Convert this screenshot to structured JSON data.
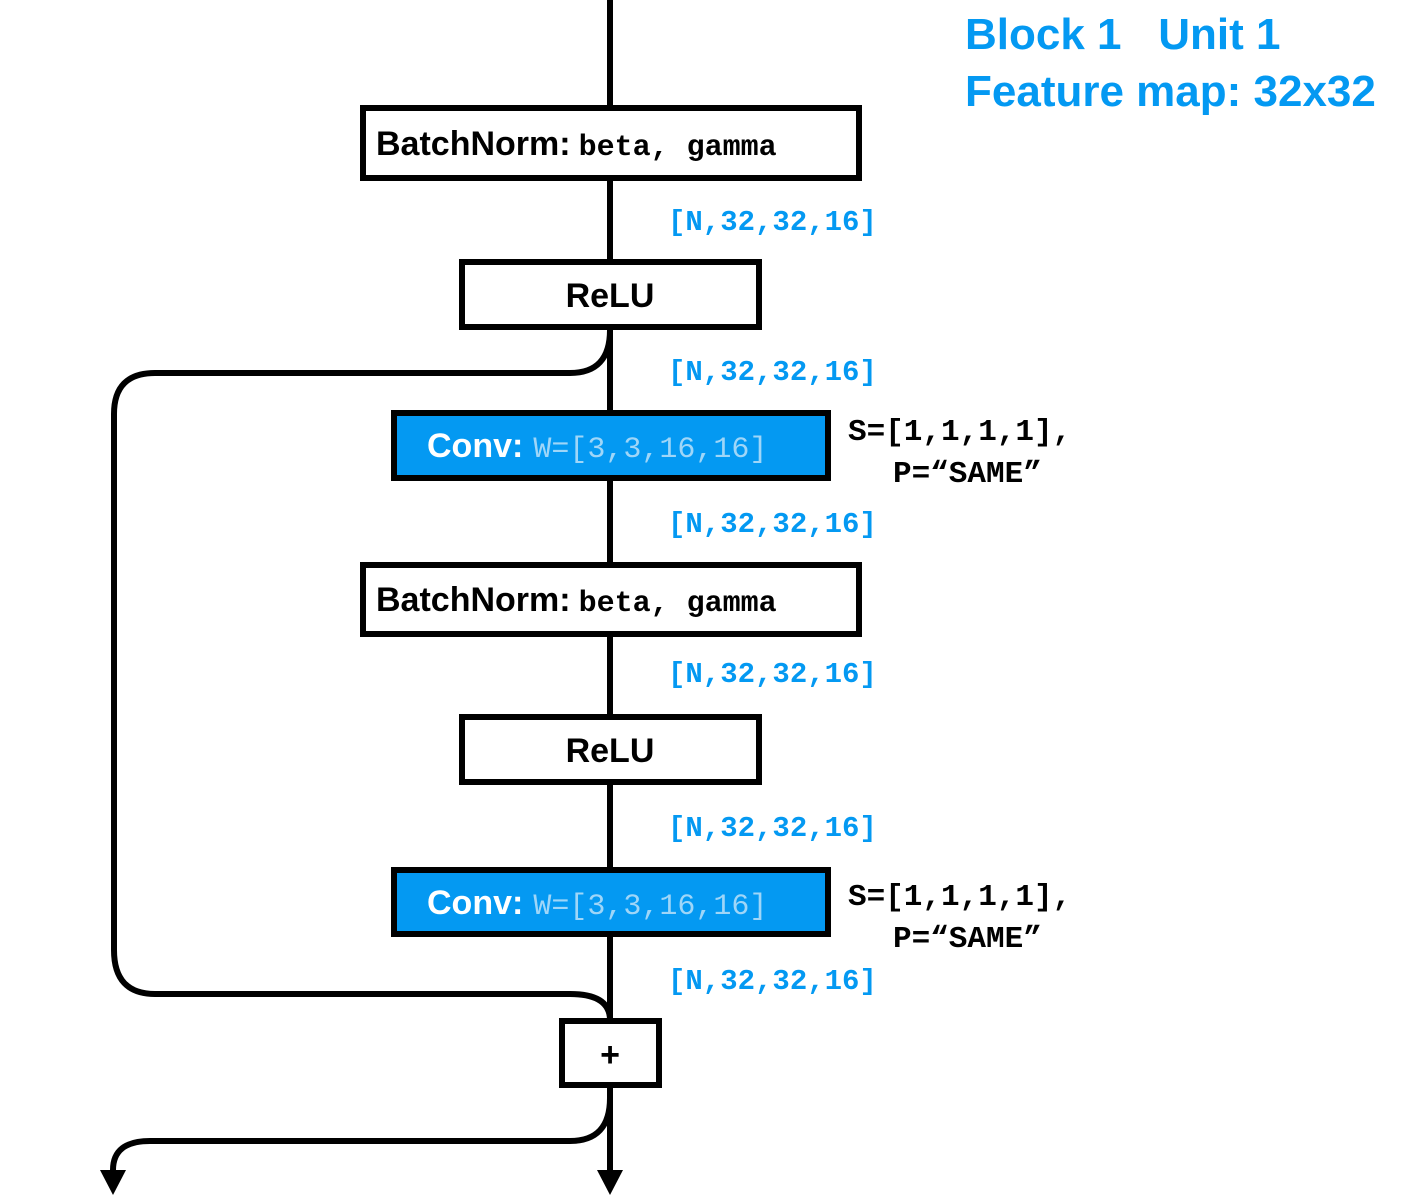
{
  "title": {
    "line1": "Block 1   Unit 1",
    "line2": "Feature map: 32x32"
  },
  "colors": {
    "accent": "#0499f2",
    "stroke": "#000000",
    "conv_param_text": "#9fd6f8"
  },
  "nodes": {
    "bn1": {
      "label": "BatchNorm:",
      "params": "beta, gamma"
    },
    "relu1": {
      "label": "ReLU"
    },
    "conv1": {
      "label": "Conv:",
      "params": "W=[3,3,16,16]",
      "stride": "S=[1,1,1,1],",
      "padding": "P=“SAME”"
    },
    "bn2": {
      "label": "BatchNorm:",
      "params": "beta, gamma"
    },
    "relu2": {
      "label": "ReLU"
    },
    "conv2": {
      "label": "Conv:",
      "params": "W=[3,3,16,16]",
      "stride": "S=[1,1,1,1],",
      "padding": "P=“SAME”"
    },
    "add": {
      "label": "+"
    }
  },
  "shapes": [
    "[N,32,32,16]",
    "[N,32,32,16]",
    "[N,32,32,16]",
    "[N,32,32,16]",
    "[N,32,32,16]",
    "[N,32,32,16]"
  ]
}
